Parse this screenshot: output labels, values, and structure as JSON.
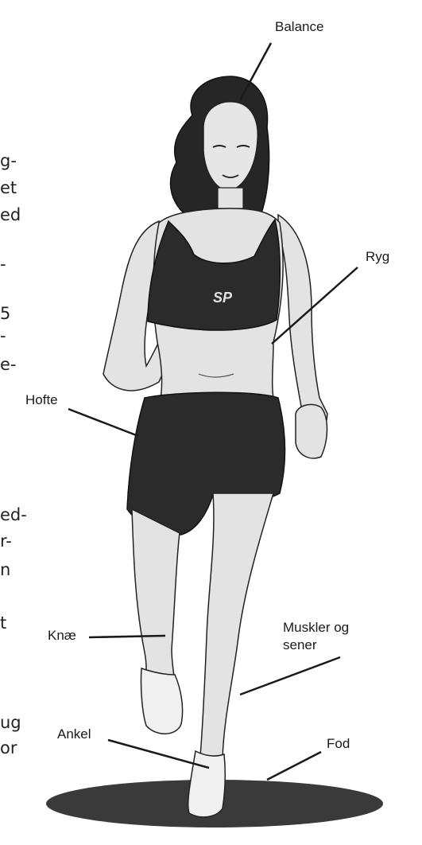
{
  "labels": {
    "balance": "Balance",
    "ryg": "Ryg",
    "hofte": "Hofte",
    "knae": "Knæ",
    "muskler_line1": "Muskler og",
    "muskler_line2": "sener",
    "ankel": "Ankel",
    "fod": "Fod"
  },
  "cropped_text": [
    "g-",
    "et",
    "ed",
    "-",
    "5",
    "-",
    "e-",
    "ed-",
    "r-",
    "n",
    "t",
    "ug",
    "or"
  ],
  "colors": {
    "ink": "#1a1a1a",
    "skin": "#e3e3e3",
    "garment": "#2b2b2b",
    "shadow": "#3a3a3a"
  },
  "illustration": "line-drawing-runner-icon"
}
